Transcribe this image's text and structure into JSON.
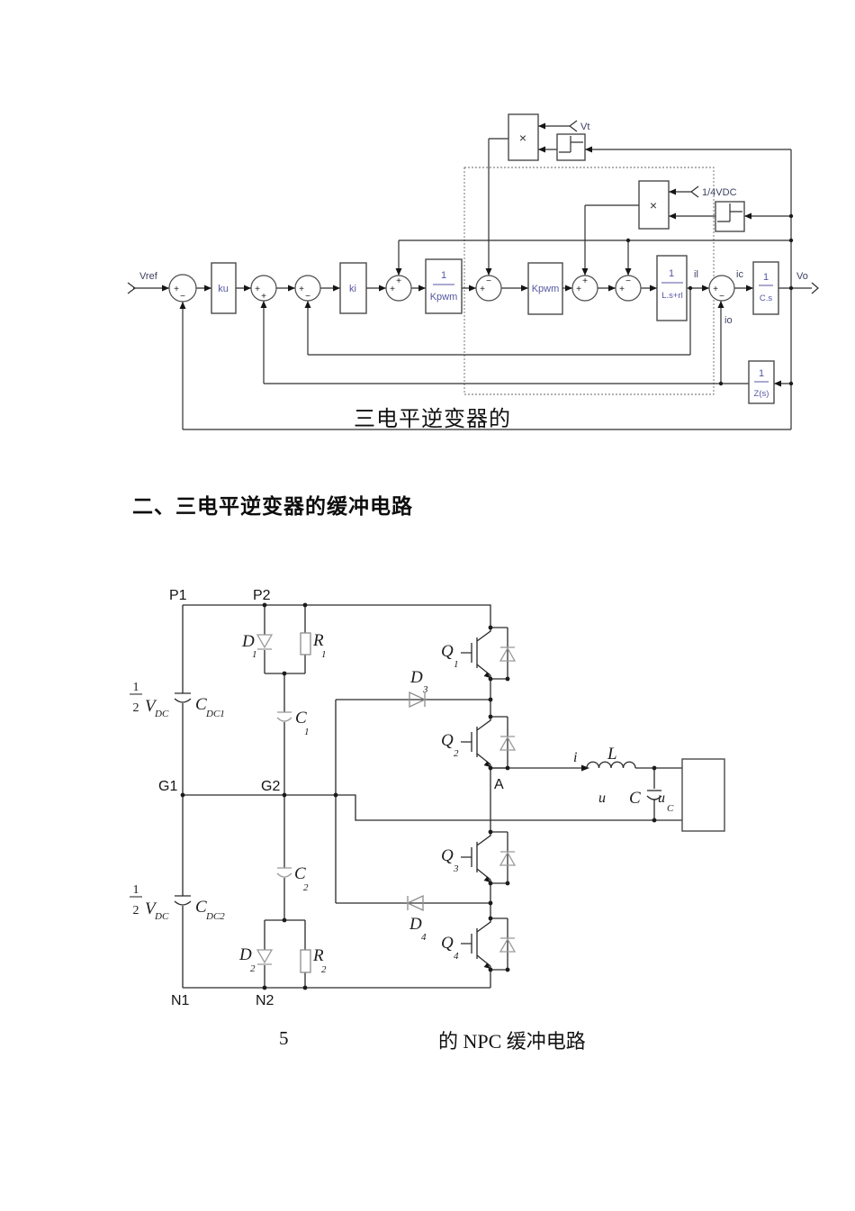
{
  "page": {
    "heading": "二、三电平逆变器的缓冲电路",
    "fig1_caption": "三电平逆变器的",
    "fig2_number": "5",
    "fig2_caption": "的 NPC 缓冲电路"
  },
  "block_diagram": {
    "signals": {
      "vref": "Vref",
      "vo": "Vo",
      "il": "il",
      "ic": "ic",
      "io": "io",
      "vt": "Vt",
      "quarter_vdc": "1/4VDC"
    },
    "gains": {
      "ku": "ku",
      "ki": "ki",
      "kpwm": "Kpwm"
    },
    "fractions": {
      "inv_kpwm": {
        "num": "1",
        "den": "Kpwm"
      },
      "plant": {
        "num": "1",
        "den": "L.s+rl"
      },
      "cap": {
        "num": "1",
        "den": "C.s"
      },
      "impedance": {
        "num": "1",
        "den": "Z(s)"
      }
    },
    "times": "×",
    "sums": [
      {
        "left": "+",
        "aux": "−"
      },
      {
        "left": "+",
        "aux": "+"
      },
      {
        "left": "+",
        "aux": "−"
      },
      {
        "left": "+",
        "aux": "+"
      },
      {
        "left": "+",
        "aux": "−"
      },
      {
        "left": "+",
        "aux": "+"
      },
      {
        "left": "+",
        "aux": "−"
      },
      {
        "left": "+",
        "aux": "−"
      }
    ]
  },
  "circuit": {
    "nodes": {
      "p1": "P1",
      "p2": "P2",
      "g1": "G1",
      "g2": "G2",
      "n1": "N1",
      "n2": "N2",
      "a": "A"
    },
    "half_vdc": {
      "num": "1",
      "den": "2",
      "sym": "V",
      "sub": "DC"
    },
    "capacitors": {
      "cdc1": {
        "sym": "C",
        "sub": "DC1"
      },
      "cdc2": {
        "sym": "C",
        "sub": "DC2"
      },
      "c1": {
        "sym": "C",
        "sub": "1"
      },
      "c2": {
        "sym": "C",
        "sub": "2"
      },
      "cf": "C"
    },
    "diodes": {
      "d1": {
        "sym": "D",
        "sub": "1"
      },
      "d2": {
        "sym": "D",
        "sub": "2"
      },
      "d3": {
        "sym": "D",
        "sub": "3"
      },
      "d4": {
        "sym": "D",
        "sub": "4"
      }
    },
    "resistors": {
      "r1": {
        "sym": "R",
        "sub": "1"
      },
      "r2": {
        "sym": "R",
        "sub": "2"
      }
    },
    "igbts": {
      "q1": {
        "sym": "Q",
        "sub": "1"
      },
      "q2": {
        "sym": "Q",
        "sub": "2"
      },
      "q3": {
        "sym": "Q",
        "sub": "3"
      },
      "q4": {
        "sym": "Q",
        "sub": "4"
      }
    },
    "load": {
      "i": "i",
      "l": "L",
      "u": "u",
      "uc": {
        "sym": "u",
        "sub": "C"
      }
    }
  }
}
